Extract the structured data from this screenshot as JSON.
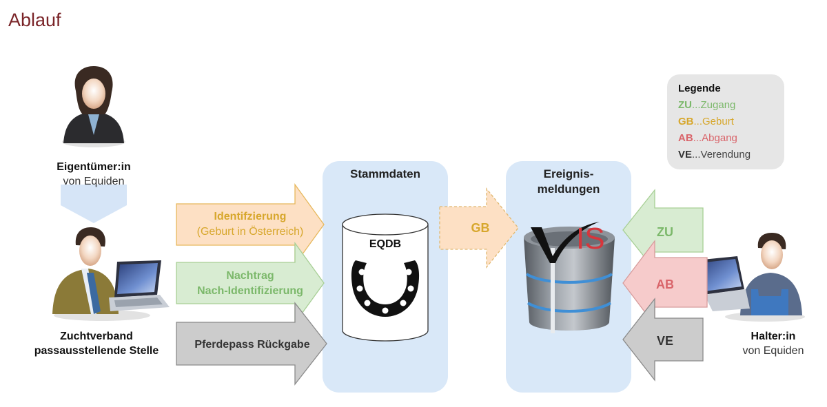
{
  "page": {
    "title": "Ablauf"
  },
  "legend": {
    "title": "Legende",
    "items": [
      {
        "code": "ZU",
        "text": "...Zugang",
        "color": "#7bb86a"
      },
      {
        "code": "GB",
        "text": "...Geburt",
        "color": "#d7a72c"
      },
      {
        "code": "AB",
        "text": "...Abgang",
        "color": "#d9646a"
      },
      {
        "code": "VE",
        "text": "...Verendung",
        "color": "#444444"
      }
    ]
  },
  "actors": {
    "owner": {
      "name": "Eigentümer:in",
      "sub": "von Equiden"
    },
    "breeder": {
      "line1": "Zuchtverband",
      "line2": "passausstellende Stelle"
    },
    "keeper": {
      "name": "Halter:in",
      "sub": "von Equiden"
    }
  },
  "panels": {
    "stammdaten": {
      "title": "Stammdaten",
      "db_label": "EQDB"
    },
    "ereignis": {
      "title_line1": "Ereignis-",
      "title_line2": "meldungen",
      "db_label": "VIS"
    }
  },
  "left_arrows": [
    {
      "line1": "Identifzierung",
      "line2": "(Geburt in Österreich)",
      "fill": "#fde0c4",
      "stroke": "#e7b85c",
      "text_color": "#d7a72c"
    },
    {
      "line1": "Nachtrag",
      "line2": "Nach-Identifizierung",
      "fill": "#d8ecd2",
      "stroke": "#a7cf95",
      "text_color": "#7bb86a"
    },
    {
      "line1": "Pferdepass Rückgabe",
      "line2": "",
      "fill": "#cccccc",
      "stroke": "#8a8a8a",
      "text_color": "#333333"
    }
  ],
  "middle_arrow": {
    "label": "GB",
    "fill": "#fde0c4",
    "stroke": "#e0b870",
    "text_color": "#d7a72c"
  },
  "right_arrows": [
    {
      "label": "ZU",
      "fill": "#d8ecd2",
      "stroke": "#a7cf95",
      "text_color": "#7bb86a"
    },
    {
      "label": "AB",
      "fill": "#f6cbcb",
      "stroke": "#d79c9c",
      "text_color": "#d9646a"
    },
    {
      "label": "VE",
      "fill": "#cccccc",
      "stroke": "#8a8a8a",
      "text_color": "#333333"
    }
  ]
}
